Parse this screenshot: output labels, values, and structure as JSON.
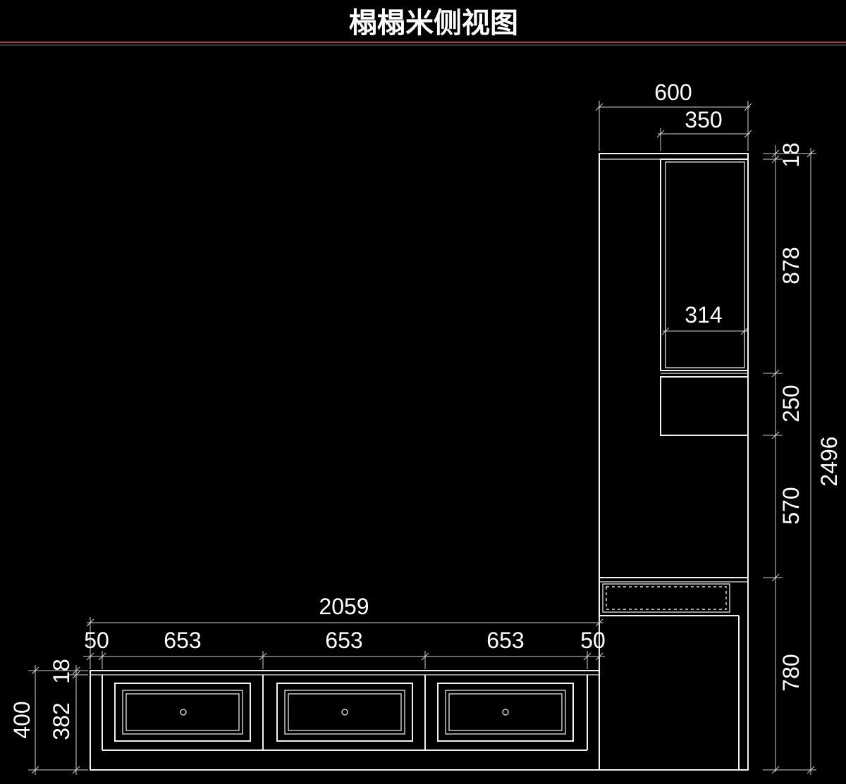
{
  "title": "榻榻米侧视图",
  "colors": {
    "background": "#000000",
    "lines": "#f2f2f2",
    "title_rule": "#a83a45"
  },
  "dims": {
    "tall_width": "600",
    "upper_depth": "350",
    "inner_width": "314",
    "top_thickness": "18",
    "upper_height": "878",
    "mid_height": "250",
    "open_height": "570",
    "lower_height": "780",
    "total_height": "2496",
    "bed_length": "2059",
    "end_left": "50",
    "drawer_1": "653",
    "drawer_2": "653",
    "drawer_3": "653",
    "end_right": "50",
    "bed_height": "400",
    "bed_top": "18",
    "bed_body": "382"
  }
}
